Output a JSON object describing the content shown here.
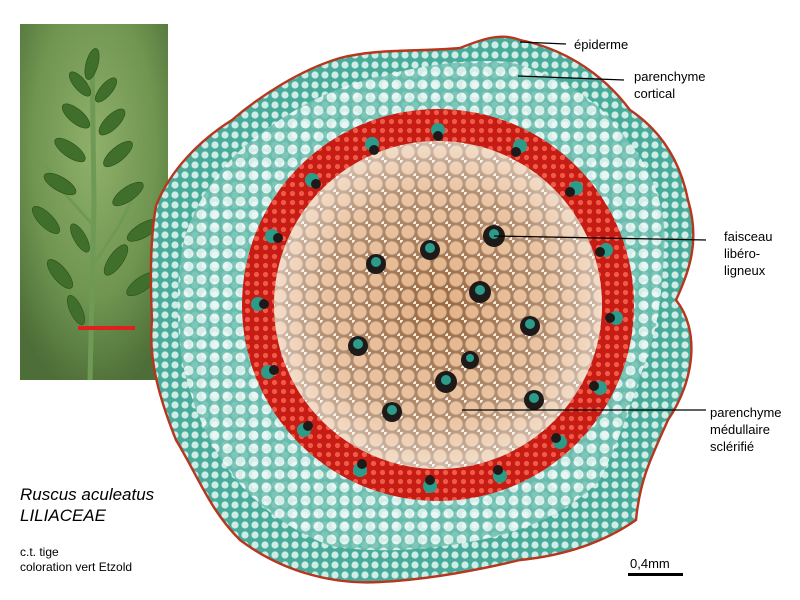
{
  "labels": {
    "epiderme": "épiderme",
    "parenchyme_cortical": [
      "parenchyme",
      "cortical"
    ],
    "faisceau": [
      "faisceau",
      "libéro-",
      "ligneux"
    ],
    "parenchyme_medullaire": [
      "parenchyme",
      "médullaire",
      "sclérifié"
    ]
  },
  "species": {
    "name": "Ruscus aculeatus",
    "family": "LILIACEAE"
  },
  "caption": {
    "line1": "c.t. tige",
    "line2": "coloration vert Etzold"
  },
  "scale": {
    "label": "0,4mm"
  },
  "colors": {
    "cortex": "#4fb3a2",
    "cortex_light": "#d6efe9",
    "sclerenchyma_ring": "#d9281c",
    "medulla": "#d9a77a",
    "bundle_xylem": "#1f1a1a",
    "bundle_phloem": "#2b9c8a",
    "scale_bar_photo": "#e0201e"
  }
}
